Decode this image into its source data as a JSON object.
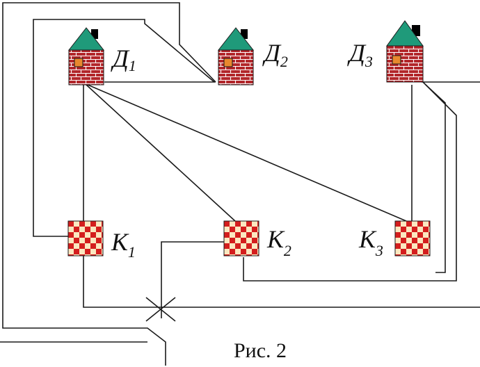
{
  "colors": {
    "roof": "#1f9a7a",
    "chimney": "#000000",
    "brick_wall": "#b2262a",
    "mortar": "#ffffff",
    "window": "#e8882e",
    "well_light": "#fbe8c0",
    "well_dark": "#d41e1e",
    "wire": "#1a1a1a"
  },
  "houses": [
    {
      "letter": "Д",
      "index": "1",
      "icon": "brick-house-icon"
    },
    {
      "letter": "Д",
      "index": "2",
      "icon": "brick-house-icon"
    },
    {
      "letter": "Д",
      "index": "3",
      "icon": "brick-house-icon"
    }
  ],
  "wells": [
    {
      "letter": "К",
      "index": "1",
      "icon": "checkered-well-icon"
    },
    {
      "letter": "К",
      "index": "2",
      "icon": "checkered-well-icon"
    },
    {
      "letter": "К",
      "index": "3",
      "icon": "checkered-well-icon"
    }
  ],
  "caption": "Рис. 2"
}
